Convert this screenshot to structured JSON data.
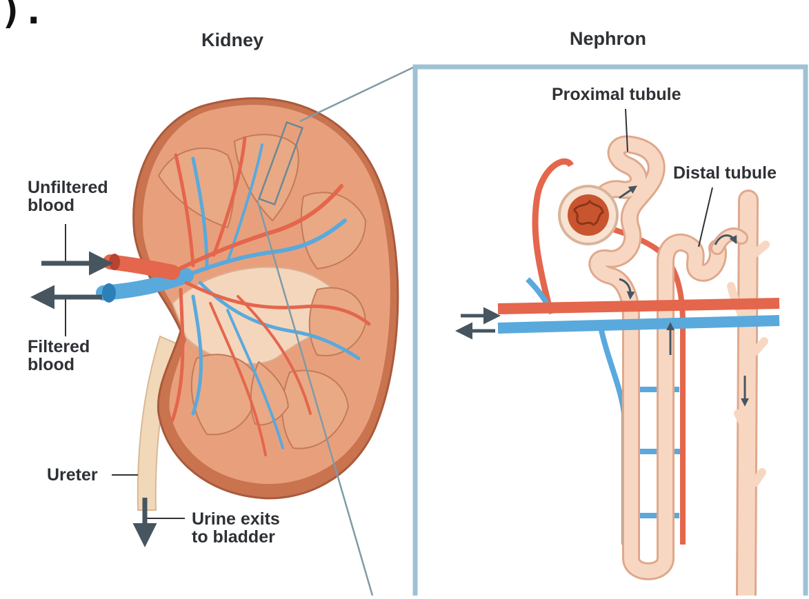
{
  "corner_text": ").",
  "kidney": {
    "title": "Kidney",
    "labels": {
      "unfiltered_line1": "Unfiltered",
      "unfiltered_line2": "blood",
      "filtered_line1": "Filtered",
      "filtered_line2": "blood",
      "ureter": "Ureter",
      "urine_line1": "Urine exits",
      "urine_line2": "to bladder"
    }
  },
  "nephron": {
    "title": "Nephron",
    "labels": {
      "proximal": "Proximal tubule",
      "distal": "Distal tubule"
    }
  },
  "colors": {
    "artery": "#e4664c",
    "vein": "#5aa9dc",
    "tubule": "#f8d7c2",
    "tubule_edge": "#dfa88c",
    "kidney_cortex": "#e8a07c",
    "kidney_medulla": "#f2c4a4",
    "frame": "#9ec2d4",
    "arrow": "#465560",
    "text": "#2e3135"
  }
}
